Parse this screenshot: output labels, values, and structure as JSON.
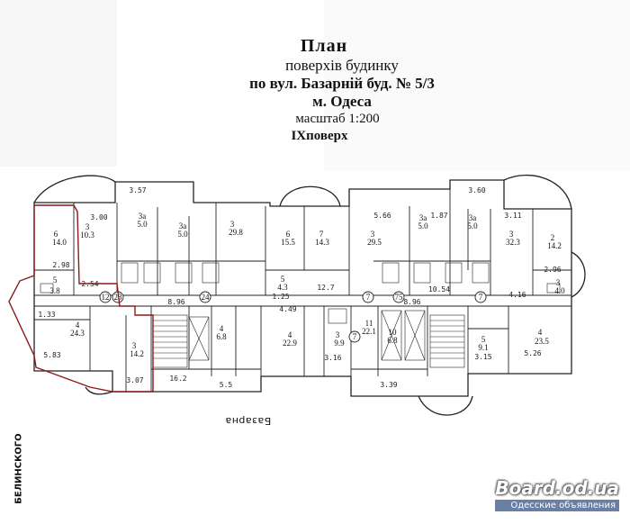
{
  "title": {
    "line1": "План",
    "line2": "поверхів  будинку",
    "line3": "по вул. Базарній буд. № 5/3",
    "line4": "м.   Одеса",
    "line5": "масштаб 1:200",
    "line6": "IXповерх"
  },
  "street_bottom": "Базарна",
  "street_side": "БЕЛИНСКОГО",
  "watermark": {
    "site": "Board.od.ua",
    "caption": "Одесские объявления"
  },
  "colors": {
    "lines": "#222222",
    "highlight": "#8b1a1a",
    "watermark_bg": "#6a7fa5"
  },
  "rooms": [
    {
      "n": "6",
      "a": "14.0"
    },
    {
      "n": "3",
      "a": "10.3"
    },
    {
      "n": "3a",
      "a": "5.0"
    },
    {
      "n": "3a",
      "a": "5.0"
    },
    {
      "n": "3",
      "a": "29.8"
    },
    {
      "n": "6",
      "a": "15.5"
    },
    {
      "n": "7",
      "a": "14.3"
    },
    {
      "n": "3",
      "a": "29.5"
    },
    {
      "n": "3a",
      "a": "5.0"
    },
    {
      "n": "3a",
      "a": "5.0"
    },
    {
      "n": "3",
      "a": "32.3"
    },
    {
      "n": "2",
      "a": "14.2"
    },
    {
      "n": "5",
      "a": "3.8"
    },
    {
      "n": "4",
      "a": "24.3"
    },
    {
      "n": "3",
      "a": "14.2"
    },
    {
      "n": "4",
      "a": "6.8"
    },
    {
      "n": "4",
      "a": "22.9"
    },
    {
      "n": "3",
      "a": "9.9"
    },
    {
      "n": "11",
      "a": "22.1"
    },
    {
      "n": "10",
      "a": "6.8"
    },
    {
      "n": "5",
      "a": "9.1"
    },
    {
      "n": "4",
      "a": "23.5"
    },
    {
      "n": "3",
      "a": "4.0"
    },
    {
      "n": "5",
      "a": "4.3"
    }
  ],
  "dims": [
    "3.57",
    "3.00",
    "2.98",
    "2.54",
    "8.96",
    "1.33",
    "5.83",
    "3.07",
    "4.49",
    "3.16",
    "3.60",
    "5.66",
    "1.87",
    "3.11",
    "2.96",
    "10.54",
    "4.16",
    "8.96",
    "5.26",
    "3.15",
    "16.2",
    "3.39",
    "5.5",
    "1.25",
    "12.7"
  ],
  "markers": [
    "12",
    "23",
    "24",
    "7",
    "75",
    "7",
    "7"
  ]
}
